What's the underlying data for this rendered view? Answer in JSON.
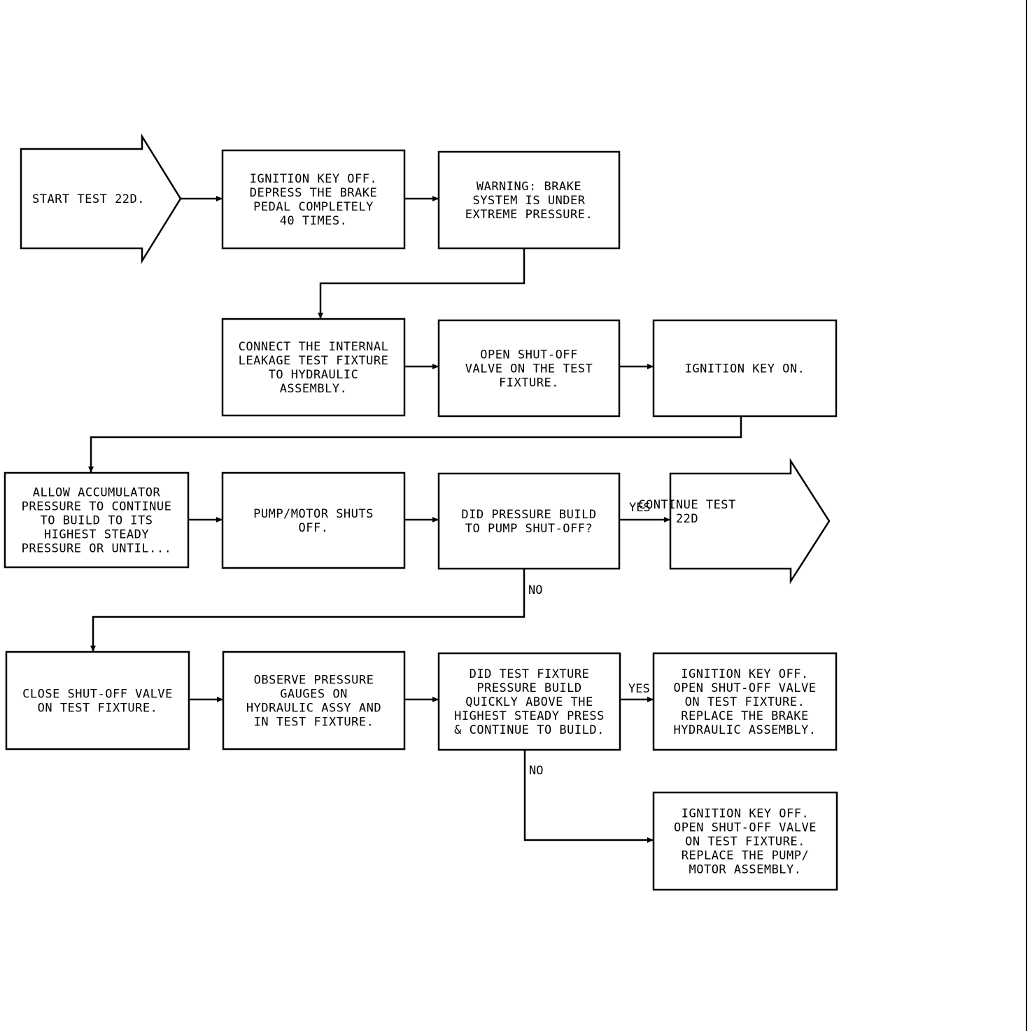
{
  "nodes": [
    {
      "id": "start",
      "shape": "arrow",
      "lines": [
        "START TEST 22D."
      ]
    },
    {
      "id": "ign-off-1",
      "shape": "box",
      "lines": [
        "IGNITION KEY OFF.",
        "DEPRESS THE BRAKE",
        "PEDAL COMPLETELY",
        "40 TIMES."
      ]
    },
    {
      "id": "warning",
      "shape": "box",
      "lines": [
        "WARNING:  BRAKE",
        "SYSTEM IS UNDER",
        "EXTREME PRESSURE."
      ]
    },
    {
      "id": "connect",
      "shape": "box",
      "lines": [
        "CONNECT THE INTERNAL",
        "LEAKAGE TEST FIXTURE",
        "TO HYDRAULIC",
        "ASSEMBLY."
      ]
    },
    {
      "id": "open-valve",
      "shape": "box",
      "lines": [
        "OPEN SHUT-OFF",
        "VALVE ON THE TEST",
        "FIXTURE."
      ]
    },
    {
      "id": "ign-on",
      "shape": "box",
      "lines": [
        "IGNITION KEY ON."
      ]
    },
    {
      "id": "allow",
      "shape": "box",
      "lines": [
        "ALLOW ACCUMULATOR",
        "PRESSURE TO CONTINUE",
        "TO BUILD TO ITS",
        "HIGHEST STEADY",
        "PRESSURE OR UNTIL..."
      ]
    },
    {
      "id": "pump-shuts",
      "shape": "box",
      "lines": [
        "PUMP/MOTOR SHUTS",
        "OFF."
      ]
    },
    {
      "id": "did-pressure",
      "shape": "box",
      "lines": [
        "DID PRESSURE BUILD",
        "TO PUMP SHUT-OFF?"
      ]
    },
    {
      "id": "continue",
      "shape": "arrow",
      "lines": [
        "CONTINUE TEST",
        "22D"
      ]
    },
    {
      "id": "close-valve",
      "shape": "box",
      "lines": [
        "CLOSE SHUT-OFF VALVE",
        "ON TEST FIXTURE."
      ]
    },
    {
      "id": "observe",
      "shape": "box",
      "lines": [
        "OBSERVE PRESSURE",
        "GAUGES ON",
        "HYDRAULIC ASSY AND",
        "IN TEST FIXTURE."
      ]
    },
    {
      "id": "did-fixture",
      "shape": "box",
      "lines": [
        "DID TEST FIXTURE",
        "PRESSURE BUILD",
        "QUICKLY ABOVE THE",
        "HIGHEST STEADY PRESS",
        "& CONTINUE TO BUILD."
      ]
    },
    {
      "id": "replace-hydraulic",
      "shape": "box",
      "lines": [
        "IGNITION KEY OFF.",
        "OPEN SHUT-OFF VALVE",
        "ON TEST FIXTURE.",
        "REPLACE THE BRAKE",
        "HYDRAULIC ASSEMBLY."
      ]
    },
    {
      "id": "replace-pump",
      "shape": "box",
      "lines": [
        "IGNITION KEY OFF.",
        "OPEN SHUT-OFF VALVE",
        "ON TEST FIXTURE.",
        "REPLACE THE PUMP/",
        "MOTOR ASSEMBLY."
      ]
    }
  ],
  "edges": [
    {
      "from": "start",
      "to": "ign-off-1",
      "label": ""
    },
    {
      "from": "ign-off-1",
      "to": "warning",
      "label": ""
    },
    {
      "from": "warning",
      "to": "connect",
      "label": ""
    },
    {
      "from": "connect",
      "to": "open-valve",
      "label": ""
    },
    {
      "from": "open-valve",
      "to": "ign-on",
      "label": ""
    },
    {
      "from": "ign-on",
      "to": "allow",
      "label": ""
    },
    {
      "from": "allow",
      "to": "pump-shuts",
      "label": ""
    },
    {
      "from": "pump-shuts",
      "to": "did-pressure",
      "label": ""
    },
    {
      "from": "did-pressure",
      "to": "continue",
      "label": "YES"
    },
    {
      "from": "did-pressure",
      "to": "close-valve",
      "label": "NO"
    },
    {
      "from": "close-valve",
      "to": "observe",
      "label": ""
    },
    {
      "from": "observe",
      "to": "did-fixture",
      "label": ""
    },
    {
      "from": "did-fixture",
      "to": "replace-hydraulic",
      "label": "YES"
    },
    {
      "from": "did-fixture",
      "to": "replace-pump",
      "label": "NO"
    }
  ]
}
